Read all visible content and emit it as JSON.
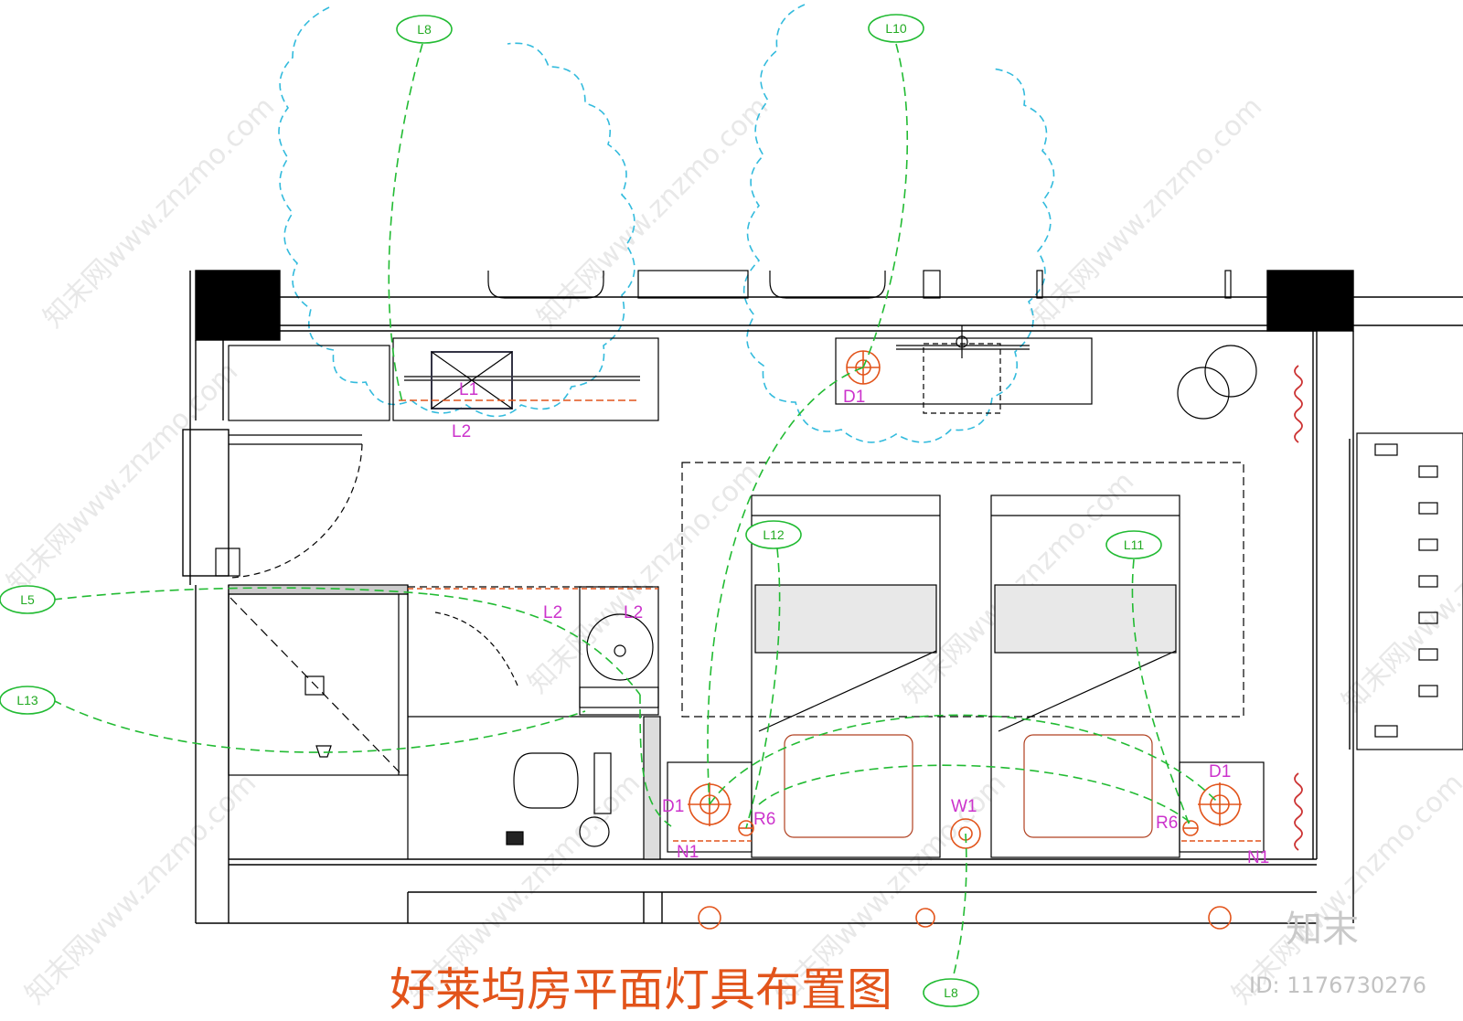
{
  "drawing": {
    "title": "好莱坞房平面灯具布置图",
    "brand": "知末",
    "id_label": "ID: 1176730276",
    "watermark": "知末网www.znzmo.com"
  },
  "circuit_tags": [
    "L8",
    "L10",
    "L12",
    "L11",
    "L5",
    "L13",
    "L8"
  ],
  "fixture_labels": [
    "L1",
    "L2",
    "L2",
    "L2",
    "D1",
    "D1",
    "D1",
    "R6",
    "R6",
    "W1",
    "N1",
    "N1"
  ],
  "colors": {
    "wall": "#000000",
    "circuit": "#22bb33",
    "cloud": "#33bbdd",
    "fixture": "#e2541b",
    "label": "#cc33cc",
    "title": "#e2541b"
  }
}
